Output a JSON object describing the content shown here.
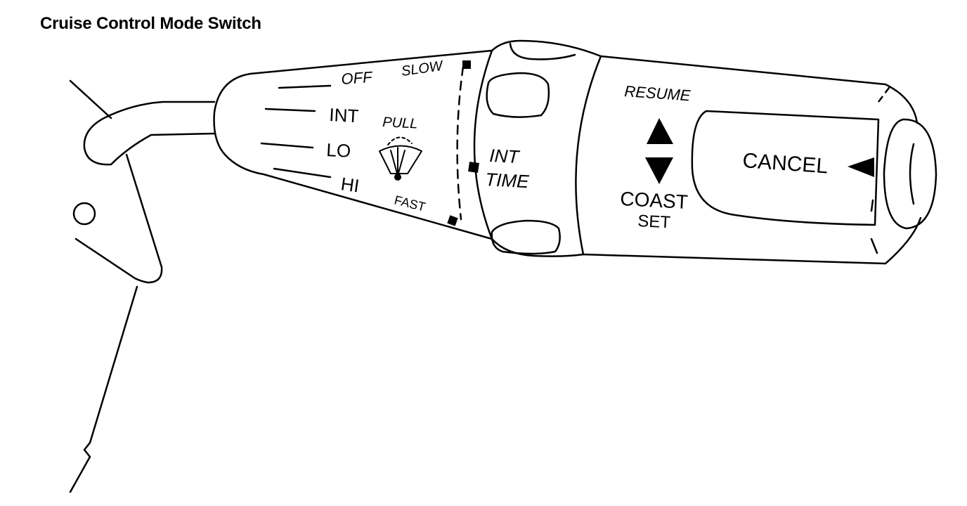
{
  "title": "Cruise Control Mode Switch",
  "labels": {
    "off": "OFF",
    "slow": "SLOW",
    "int": "INT",
    "lo": "LO",
    "hi": "HI",
    "pull": "PULL",
    "fast": "FAST",
    "int_time_line1": "INT",
    "int_time_line2": "TIME",
    "resume": "RESUME",
    "coast": "COAST",
    "set": "SET",
    "cancel": "CANCEL"
  },
  "colors": {
    "ink": "#000000",
    "paper": "#ffffff"
  }
}
